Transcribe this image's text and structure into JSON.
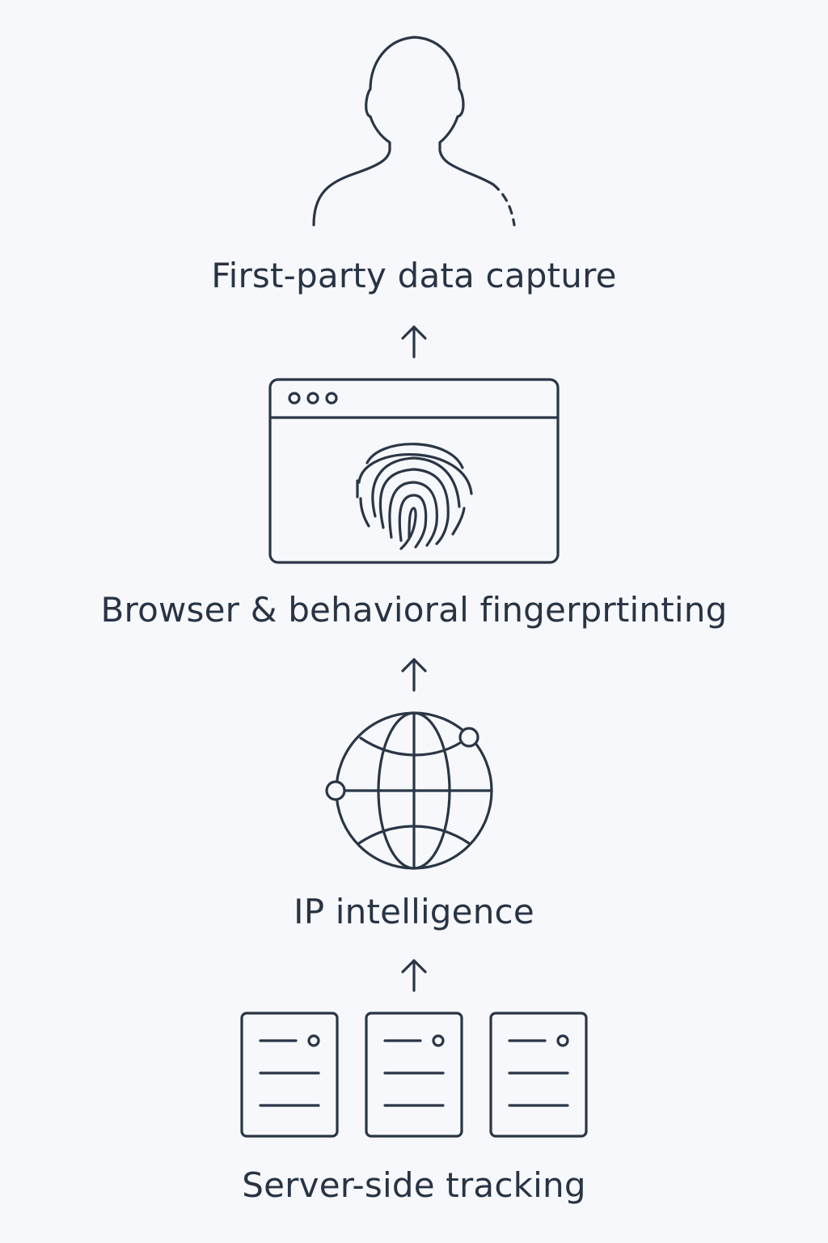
{
  "diagram": {
    "stages": [
      {
        "id": "first-party",
        "label": "First-party data capture",
        "icon": "person-icon"
      },
      {
        "id": "browser",
        "label": "Browser & behavioral fingerprtinting",
        "icon": "browser-fingerprint-icon"
      },
      {
        "id": "ip",
        "label": "IP intelligence",
        "icon": "globe-icon"
      },
      {
        "id": "server",
        "label": "Server-side tracking",
        "icon": "servers-icon"
      }
    ],
    "arrows": [
      "up-arrow-icon",
      "up-arrow-icon",
      "up-arrow-icon"
    ],
    "colors": {
      "background": "#f7f8fb",
      "stroke": "#2a3646",
      "text": "#283444"
    }
  }
}
